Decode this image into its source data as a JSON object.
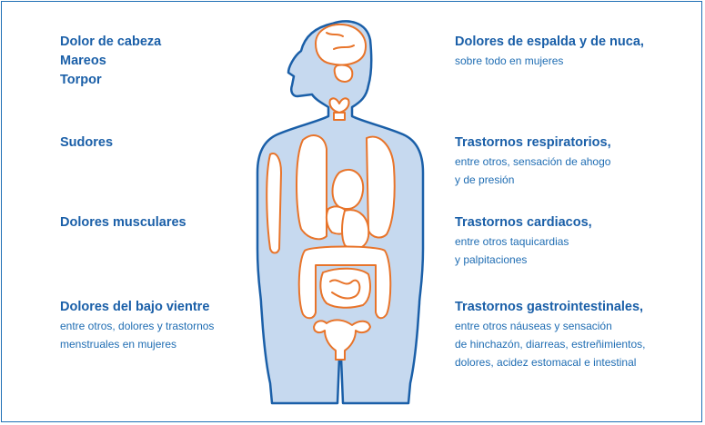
{
  "left_labels": [
    {
      "title_lines": [
        "Dolor de cabeza",
        "Mareos",
        "Torpor"
      ],
      "desc_lines": []
    },
    {
      "title_lines": [
        "Sudores"
      ],
      "desc_lines": []
    },
    {
      "title_lines": [
        "Dolores musculares"
      ],
      "desc_lines": []
    },
    {
      "title_lines": [
        "Dolores del bajo vientre"
      ],
      "desc_lines": [
        "entre otros, dolores y trastornos",
        "menstruales en mujeres"
      ]
    }
  ],
  "right_labels": [
    {
      "title_lines": [
        "Dolores de espalda y de nuca,"
      ],
      "desc_lines": [
        "sobre todo en mujeres"
      ]
    },
    {
      "title_lines": [
        "Trastornos respiratorios,"
      ],
      "desc_lines": [
        "entre otros, sensación de ahogo",
        "y de presión"
      ]
    },
    {
      "title_lines": [
        "Trastornos cardiacos,"
      ],
      "desc_lines": [
        "entre otros taquicardias",
        "y palpitaciones"
      ]
    },
    {
      "title_lines": [
        "Trastornos gastrointestinales,"
      ],
      "desc_lines": [
        "entre otros náuseas y sensación",
        "de hinchazón, diarreas, estreñimientos,",
        "dolores, acidez estomacal e intestinal"
      ]
    }
  ],
  "colors": {
    "text": "#1a5fa8",
    "border": "#1f6fb5",
    "body_fill": "#c6d9ef",
    "body_outline": "#1a5fa8",
    "organ_outline": "#e8742a"
  }
}
